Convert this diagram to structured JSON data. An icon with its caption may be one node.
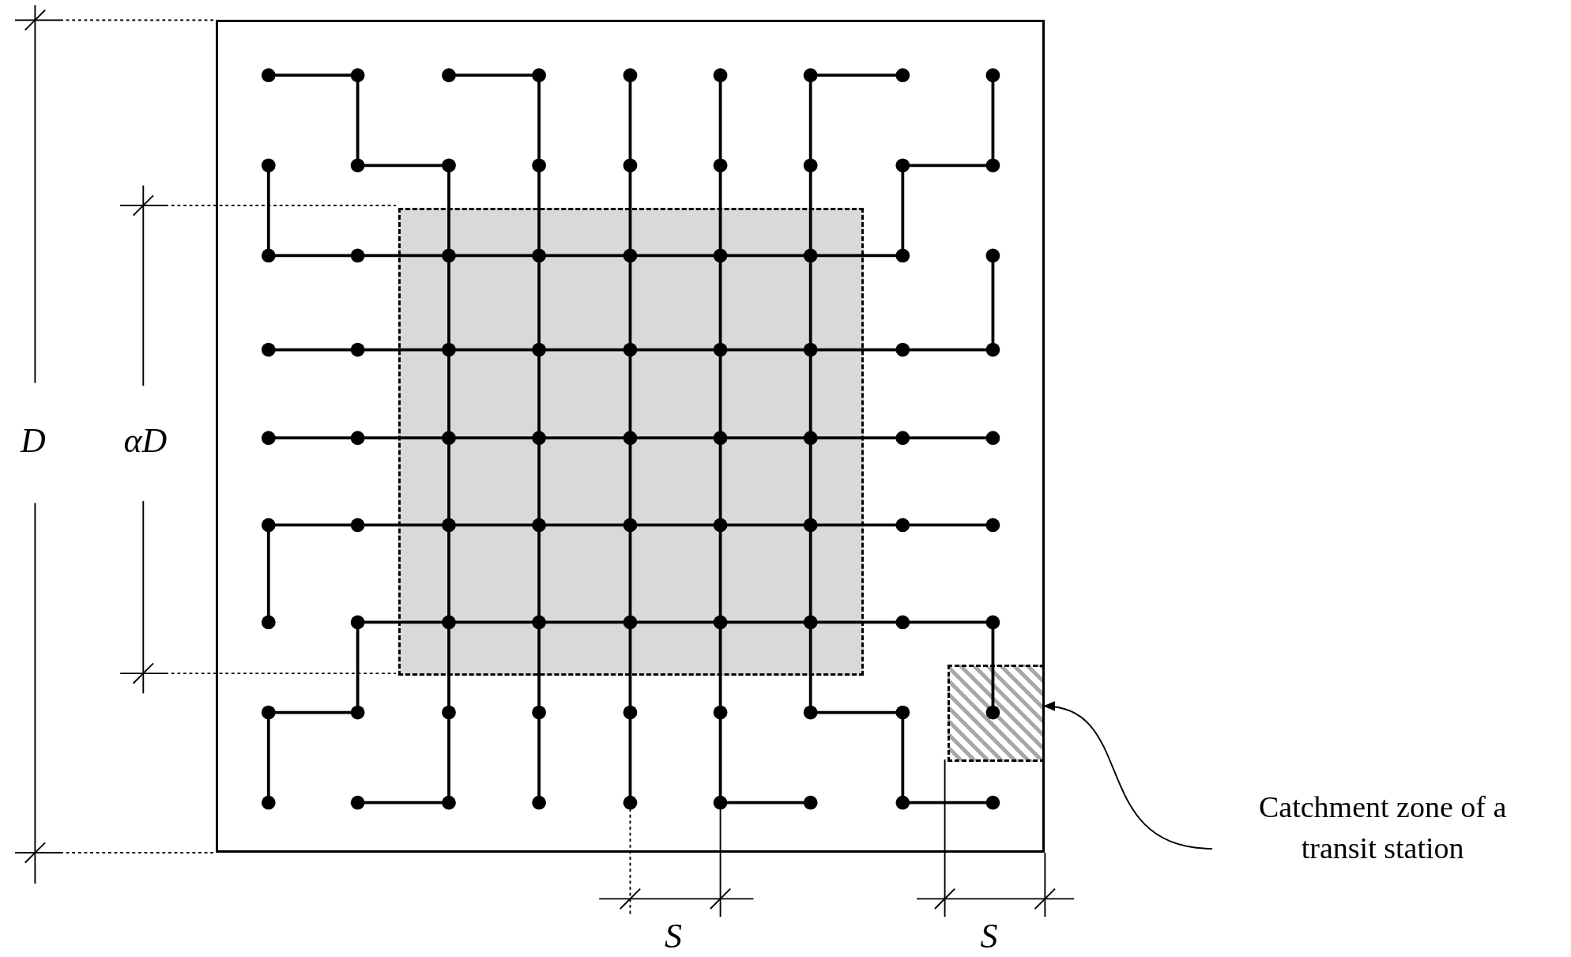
{
  "diagram": {
    "nodes": [
      {
        "text": [],
        "shape": "box"
      },
      {
        "text": [],
        "shape": "box",
        "in": 0
      },
      {
        "text": [],
        "shape": "box",
        "in": 0
      },
      {
        "text": [
          "Catchment zone of a transit station"
        ]
      }
    ],
    "edges": [
      {
        "from": 3,
        "to": 2,
        "arrow": "to"
      }
    ],
    "labels": [
      "D",
      "αD",
      "S",
      "S"
    ]
  }
}
